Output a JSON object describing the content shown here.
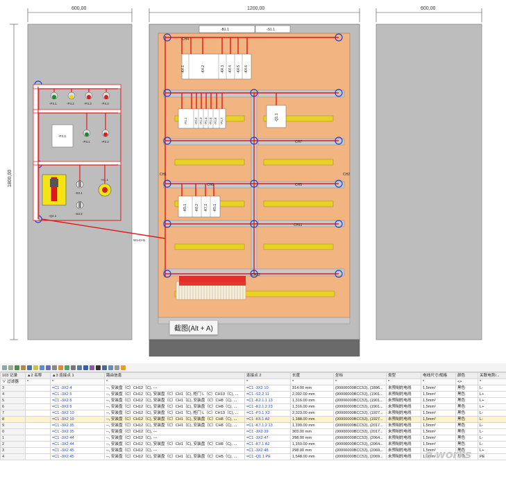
{
  "drawing": {
    "dims": [
      "600,00",
      "1200,00",
      "600,00"
    ],
    "height_dim": "1800,00",
    "labels": {
      "b11": "-B1.1",
      "s11": "-S1.1",
      "ch4": "CH4",
      "k_modules": [
        "-K4.1",
        "-K4.2",
        "-K4.3",
        "-K4.4",
        "-K4.5",
        "-K4.6"
      ],
      "f_modules": [
        "-F1.1",
        "-F1.2",
        "-F1.3",
        "-F1.4",
        "-F1.5",
        "-F1.6",
        "-F1.7"
      ],
      "q11": "-Q1.1",
      "k51": "-K5.1",
      "k_small": [
        "-K5.1",
        "-K6.2",
        "-K7.1"
      ],
      "ch7": "CH7",
      "ch6": "CH6",
      "ch5": "CH5",
      "ch11": "CH11",
      "ch1": "CH1",
      "ch2": "CH2",
      "ch12": "CH12",
      "door_lights": [
        "-P4.1",
        "-P4.2",
        "-P4.3",
        "-P4.4"
      ],
      "p33": "-P3.3",
      "p31": "-P3.1",
      "p32": "-P3.2",
      "q21": "-Q2.1",
      "s31": "-S3.1",
      "s32": "-S3.2",
      "h11": "-H1.1",
      "cable_label": "W1-CH1"
    },
    "callout": "截图(Alt + A)"
  },
  "grid": {
    "record_count": "103 记录",
    "headers": [
      "",
      "▲2 名称",
      "▲3 连接点 1",
      "路由信息",
      "连接点 2",
      "长度",
      "坐标",
      "类型",
      "电线尺寸/规格",
      "颜色",
      "关联电势/..."
    ],
    "filter_label": "∨ 过滤器",
    "filter_marks": [
      "*",
      "*",
      "*",
      "*",
      "*",
      "*",
      "*",
      "*",
      "<>",
      "*",
      "*"
    ],
    "rows": [
      {
        "idx": "3",
        "name": "",
        "c1": "=C1 -3X2 4",
        "route": "--, 安装盘（C）CH12（C), ---",
        "c2": "=C1 -3X2 10",
        "len": "314.00 mm",
        "coord": "(00000000BCC53), (1896...",
        "type": "未预制的电线",
        "size": "1,5mm²",
        "color": "黑色",
        "pot": "L-"
      },
      {
        "idx": "4",
        "name": "",
        "c1": "=C1 -3X2 5",
        "route": "--, 安装盘（C）CH12（C), 安装盘（C）CH1（C), 柜门 L（C）CH13（C), ...",
        "c2": "=C1 -S2.2 11",
        "len": "2,092.00 mm",
        "coord": "(00000000BCC53), (1901...",
        "type": "未预制的电线",
        "size": "1,5mm²",
        "color": "黑色",
        "pot": "L+"
      },
      {
        "idx": "5",
        "name": "",
        "c1": "=C1 -3X2 5",
        "route": "--, 安装盘（C）CH12（C), 安装盘（C）CH1（C), 安装盘（C）CH8（C), ...",
        "c2": "=C1 -K2.1.1 13",
        "len": "1,316.00 mm",
        "coord": "(00000000BCC53), (1901...",
        "type": "未预制的电线",
        "size": "1,5mm²",
        "color": "黑色",
        "pot": "L+"
      },
      {
        "idx": "6",
        "name": "",
        "c1": "=C1 -3X2 5",
        "route": "--, 安装盘（C）CH12（C), 安装盘（C）CH1（C), 安装盘（C）CH8（C), ...",
        "c2": "=C1 -K2.1.2 23",
        "len": "1,316.00 mm",
        "coord": "(00000000BCC53), (1901...",
        "type": "未预制的电线",
        "size": "1,5mm²",
        "color": "黑色",
        "pot": "L+"
      },
      {
        "idx": "7",
        "name": "",
        "c1": "=C1 -3X2 10",
        "route": "--, 安装盘（C）CH12（C), 安装盘（C）CH1（C), 柜门 L（C）CH13（C), ...",
        "c2": "=C1 -P3.1 X2",
        "len": "2,323.00 mm",
        "coord": "(00000000BCC53), (1927...",
        "type": "未预制的电线",
        "size": "1,5mm²",
        "color": "黑色",
        "pot": "L-"
      },
      {
        "idx": "8",
        "name": "",
        "c1": "=C1 -3X2 10",
        "route": "--, 安装盘（C）CH12（C), 安装盘（C）CH1（C), 安装盘（C）CH8（C), ...",
        "c2": "=C1 -K5.1 A2",
        "len": "1,188.00 mm",
        "coord": "(00000000BCC53), (1927...",
        "type": "未预制的电线",
        "size": "1,5mm²",
        "color": "黑色",
        "pot": "L-",
        "selected": true
      },
      {
        "idx": "9",
        "name": "",
        "c1": "=C1 -3X2 35",
        "route": "--, 安装盘（C）CH12（C), 安装盘（C）CH1（C), 安装盘（C）CH8（C), ...",
        "c2": "=C1 -K7.1.2 13",
        "len": "1,199.00 mm",
        "coord": "(00000000BCC53), (2017...",
        "type": "未预制的电线",
        "size": "1,5mm²",
        "color": "黑色",
        "pot": "L-"
      },
      {
        "idx": "0",
        "name": "",
        "c1": "=C1 -3X2 35",
        "route": "--, 安装盘（C）CH12（C), ---",
        "c2": "=C1 -3X2 39",
        "len": "303.00 mm",
        "coord": "(00000000BCC53), (2017...",
        "type": "未预制的电线",
        "size": "1,5mm²",
        "color": "黑色",
        "pot": "L-"
      },
      {
        "idx": "1",
        "name": "",
        "c1": "=C1 -3X2 44",
        "route": "--, 安装盘（C）CH12（C), ---",
        "c2": "=C1 -3X2 47",
        "len": "298.00 mm",
        "coord": "(00000000BCC53), (2064...",
        "type": "未预制的电线",
        "size": "1,5mm²",
        "color": "黑色",
        "pot": "L-"
      },
      {
        "idx": "2",
        "name": "",
        "c1": "=C1 -3X2 44",
        "route": "--, 安装盘（C）CH12（C), 安装盘（C）CH1（C), 安装盘（C）CH8（C), ...",
        "c2": "=C1 -K7.1 A2",
        "len": "1,150.00 mm",
        "coord": "(00000000BCC53), (2064...",
        "type": "未预制的电线",
        "size": "1,5mm²",
        "color": "黑色",
        "pot": "L-"
      },
      {
        "idx": "3",
        "name": "",
        "c1": "=C1 -3X2 45",
        "route": "--, 安装盘（C）CH12（C), ---",
        "c2": "=C1 -3X2 48",
        "len": "298.00 mm",
        "coord": "(00000000BCC53), (2069...",
        "type": "未预制的电线",
        "size": "1,5mm²",
        "color": "黑色",
        "pot": "L+"
      },
      {
        "idx": "4",
        "name": "",
        "c1": "=C1 -3X2 45",
        "route": "--, 安装盘（C）CH12（C), 安装盘（C）CH1（C), 安装盘（C）CH5（C), ...",
        "c2": "=C1 -Q1.1 PE",
        "len": "1,548.00 mm",
        "coord": "(00000000BCC53), (2069...",
        "type": "未预制的电线",
        "size": "1,5mm²",
        "color": "黑色",
        "pot": "PE"
      }
    ]
  },
  "watermark": "e works",
  "colors": {
    "wire": "#e01818",
    "panel": "#f2b582",
    "cabinet": "#bdbdbd",
    "duct": "#e8d224",
    "grid_selected": "#fff2cc",
    "link_blue": "#1f47c4"
  }
}
